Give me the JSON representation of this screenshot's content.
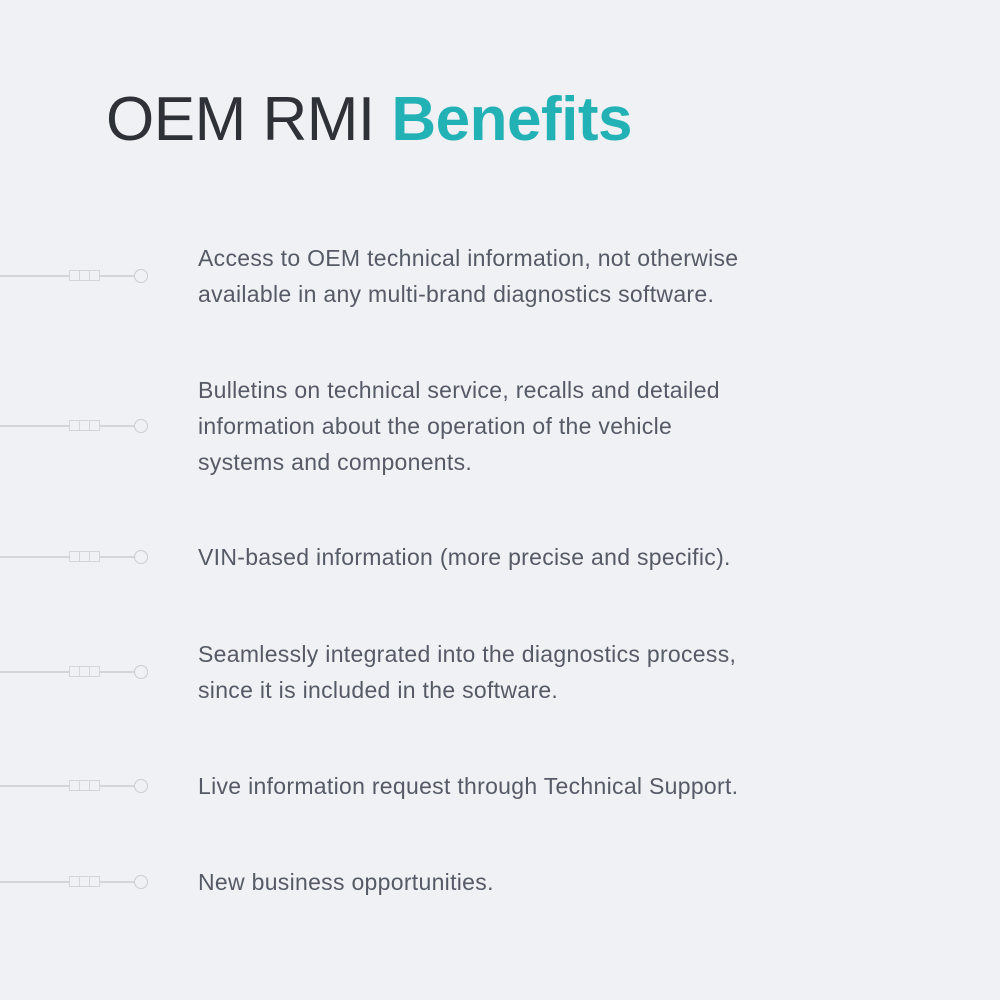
{
  "title": {
    "prefix": "OEM RMI",
    "accent": "Benefits"
  },
  "colors": {
    "accent": "#22b1b5",
    "title": "#2e3238",
    "text": "#555a66",
    "background": "#eff1f4",
    "connector": "#d3d5da"
  },
  "items": [
    {
      "lines": [
        "Access to OEM technical information, not otherwise",
        "available in any multi-brand diagnostics software."
      ]
    },
    {
      "lines": [
        "Bulletins on technical service, recalls and detailed",
        "information about the operation of the vehicle",
        "systems and components."
      ]
    },
    {
      "lines": [
        "VIN-based information (more precise and specific)."
      ]
    },
    {
      "lines": [
        "Seamlessly integrated into the diagnostics process,",
        "since it is included in the software."
      ]
    },
    {
      "lines": [
        "Live information request through Technical Support."
      ]
    },
    {
      "lines": [
        "New business opportunities."
      ]
    }
  ]
}
